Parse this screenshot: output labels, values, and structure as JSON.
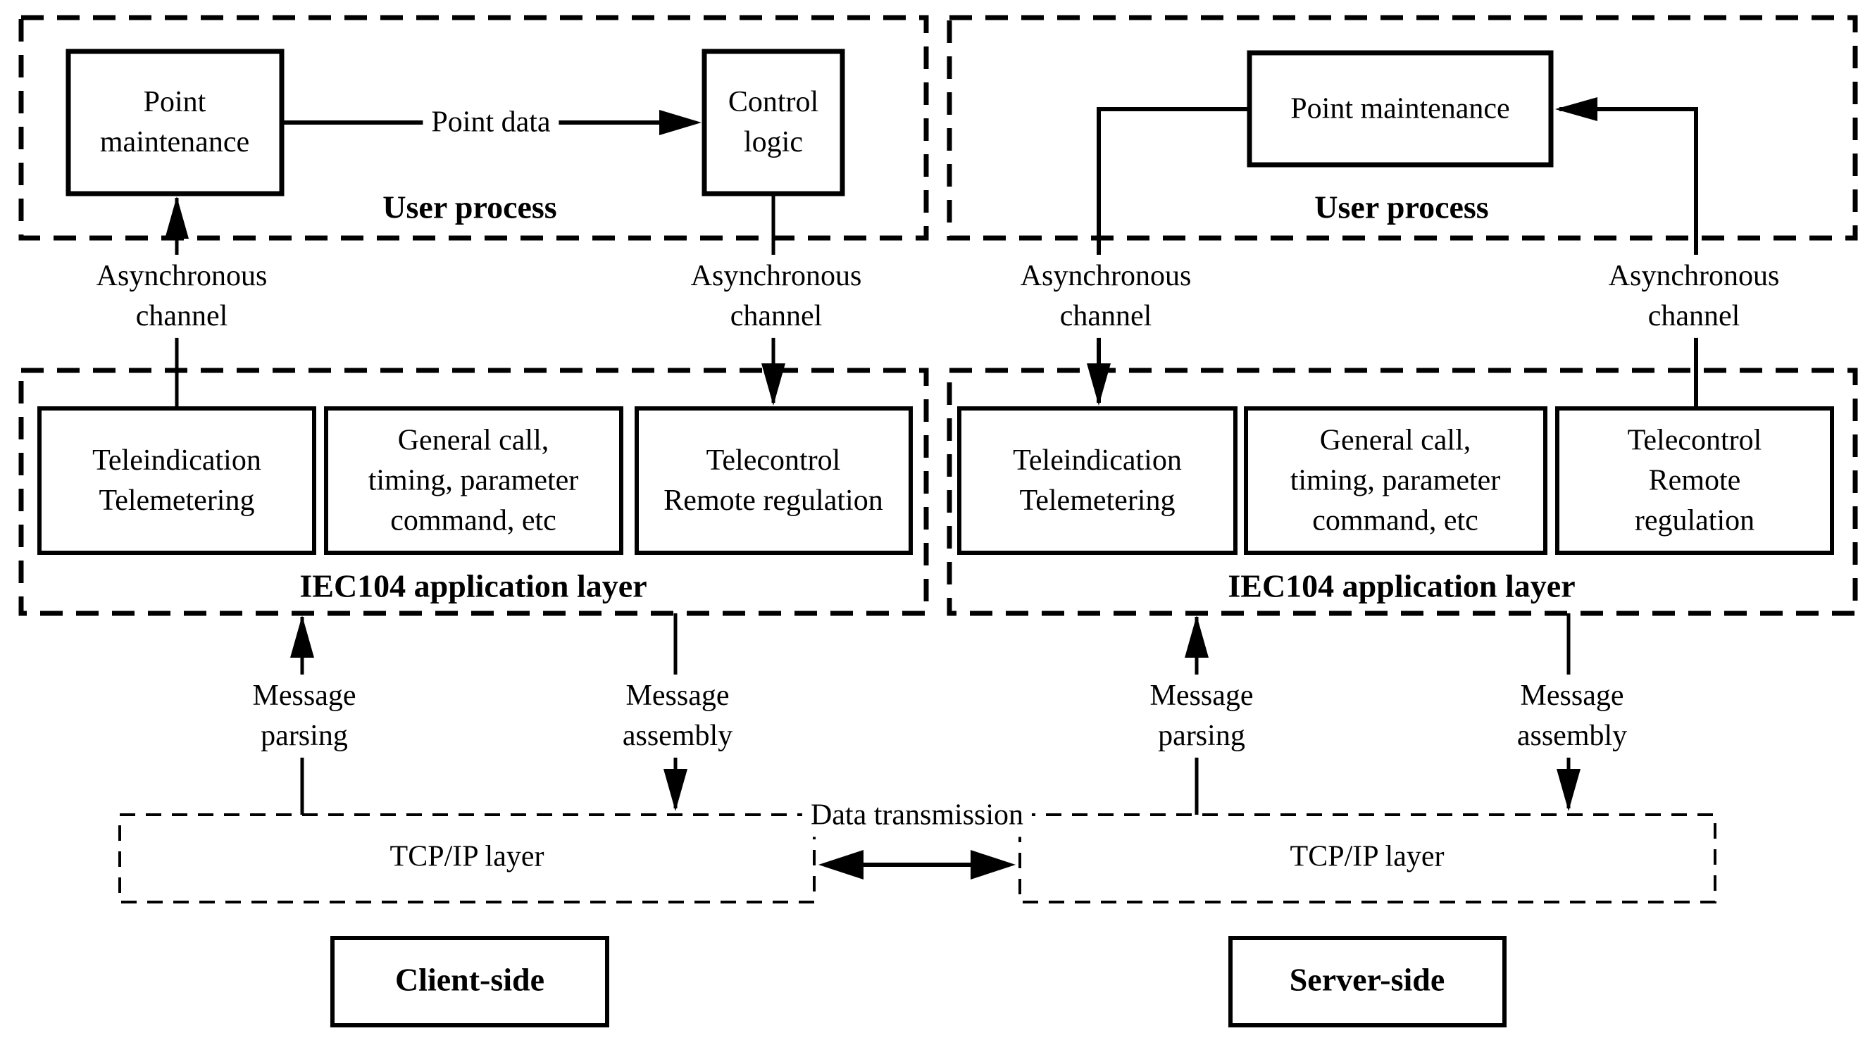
{
  "client": {
    "side_label": "Client-side",
    "user_process": {
      "label": "User process",
      "point_maintenance": "Point\nmaintenance",
      "control_logic": "Control\nlogic",
      "point_data": "Point data"
    },
    "async_channel_left": "Asynchronous\nchannel",
    "async_channel_right": "Asynchronous\nchannel",
    "iec104_layer": {
      "label": "IEC104 application layer",
      "teleindication": "Teleindication\nTelemetering",
      "general_call": "General call,\ntiming, parameter\ncommand, etc",
      "telecontrol": "Telecontrol\nRemote regulation"
    },
    "message_parsing": "Message\nparsing",
    "message_assembly": "Message\nassembly",
    "tcpip_layer": "TCP/IP layer"
  },
  "server": {
    "side_label": "Server-side",
    "user_process": {
      "label": "User process",
      "point_maintenance": "Point maintenance"
    },
    "async_channel_left": "Asynchronous\nchannel",
    "async_channel_right": "Asynchronous\nchannel",
    "iec104_layer": {
      "label": "IEC104 application layer",
      "teleindication": "Teleindication\nTelemetering",
      "general_call": "General call,\ntiming, parameter\ncommand, etc",
      "telecontrol": "Telecontrol\nRemote regulation"
    },
    "message_parsing": "Message\nparsing",
    "message_assembly": "Message\nassembly",
    "tcpip_layer": "TCP/IP layer"
  },
  "link": {
    "data_transmission": "Data transmission"
  },
  "colors": {
    "line": "#000000",
    "background": "#ffffff"
  }
}
